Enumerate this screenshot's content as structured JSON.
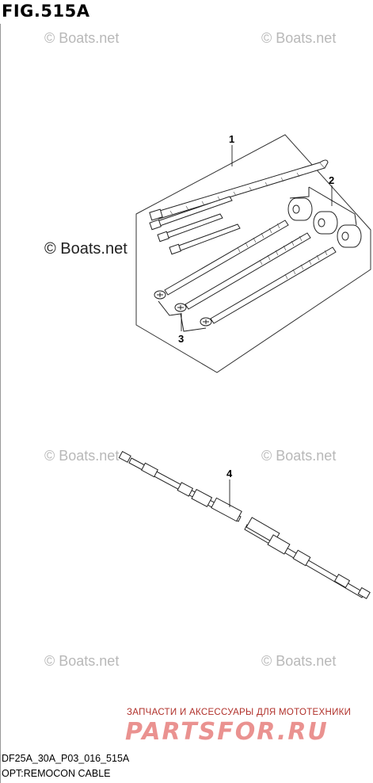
{
  "figure": {
    "title": "FIG.515A"
  },
  "watermarks": {
    "brand": "© Boats.net",
    "center": "© Boats.net"
  },
  "callouts": [
    {
      "id": "1",
      "label": "1"
    },
    {
      "id": "2",
      "label": "2"
    },
    {
      "id": "3",
      "label": "3"
    },
    {
      "id": "4",
      "label": "4"
    }
  ],
  "footer": {
    "tagline": "ЗАПЧАСТИ И АКСЕССУАРЫ ДЛЯ МОТОТЕХНИКИ",
    "logo": "PARTSFOR.RU",
    "model_code": "DF25A_30A_P03_016_515A",
    "section_name": "OPT:REMOCON CABLE"
  }
}
